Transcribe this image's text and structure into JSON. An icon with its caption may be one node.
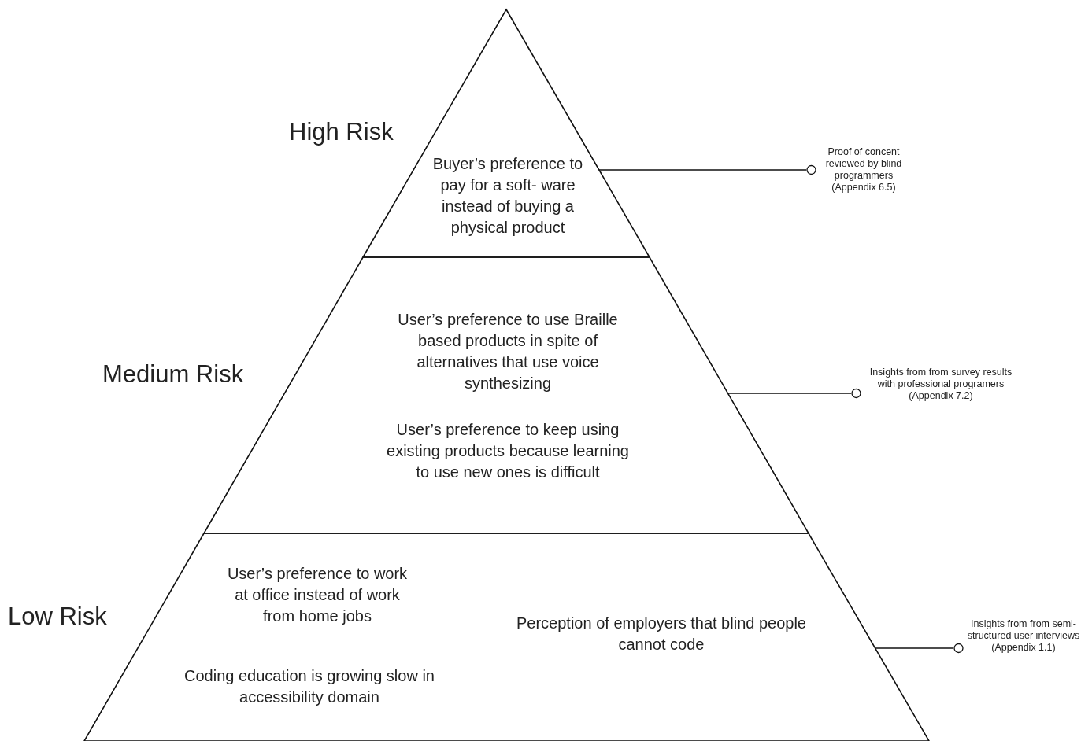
{
  "diagram": {
    "nodes": [
      {
        "text": [
          "High Risk",
          "Buyer’s preference to pay for a soft- ware instead of buying a physical product"
        ]
      },
      {
        "text": [
          "Medium Risk",
          "User’s preference to use Braille based products in spite of alternatives that use voice synthesizing",
          "User’s preference to keep using existing products because learning to use new ones is difficult"
        ]
      },
      {
        "text": [
          "Low Risk",
          "User’s preference to work at office instead of work from home jobs",
          "Perception of employers that blind people cannot code",
          "Coding education is growing slow in accessibility domain"
        ]
      },
      {
        "text": [
          "Proof of concent reviewed by blind programmers (Appendix 6.5)"
        ]
      },
      {
        "text": [
          "Insights from from survey results with professional programers (Appendix 7.2)"
        ]
      },
      {
        "text": [
          "Insights from from semi-structured user interviews (Appendix 1.1)"
        ]
      }
    ],
    "edges": [
      {
        "from": 0,
        "to": 3,
        "arrow": "other"
      },
      {
        "from": 1,
        "to": 4,
        "arrow": "other"
      },
      {
        "from": 2,
        "to": 5,
        "arrow": "other"
      }
    ]
  }
}
